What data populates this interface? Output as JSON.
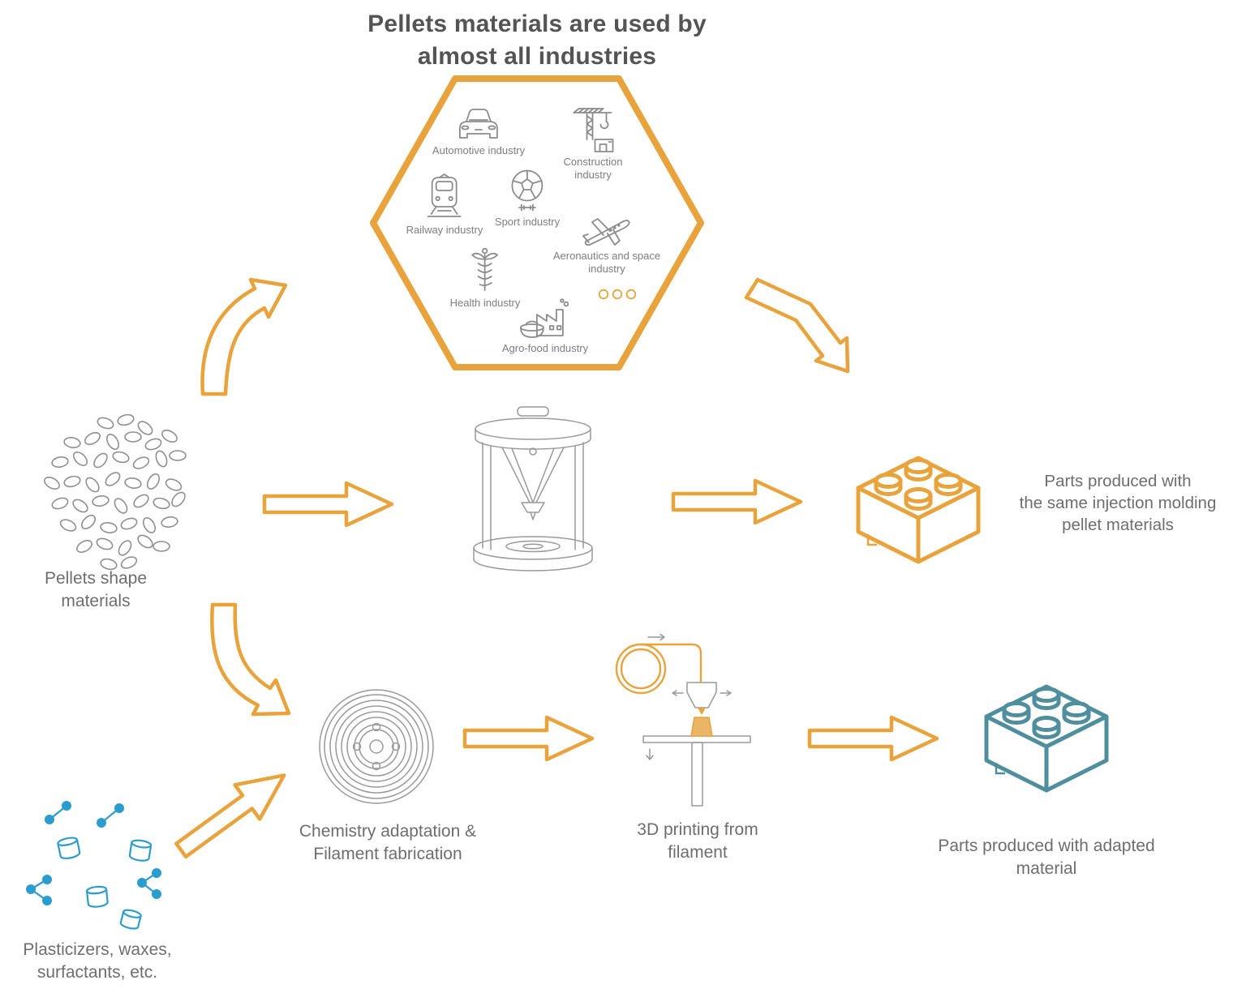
{
  "colors": {
    "accent_orange": "#E8A33D",
    "icon_gray": "#8C8C8C",
    "printer_gray": "#9A9A9A",
    "text_gray": "#6E6E6E",
    "title_gray": "#545454",
    "teal": "#4E8E9D",
    "blue": "#2B9CCE"
  },
  "title": "Pellets materials are used by\nalmost all industries",
  "hexagon": {
    "items": [
      {
        "label": "Automotive industry",
        "icon": "car-icon"
      },
      {
        "label": "Construction\nindustry",
        "icon": "crane-icon"
      },
      {
        "label": "Railway industry",
        "icon": "train-icon"
      },
      {
        "label": "Sport industry",
        "icon": "ball-icon"
      },
      {
        "label": "Aeronautics and space\nindustry",
        "icon": "plane-icon"
      },
      {
        "label": "Health industry",
        "icon": "caduceus-icon"
      },
      {
        "label": "Agro-food industry",
        "icon": "factory-icon"
      }
    ],
    "more_indicator": "ellipsis-dots-icon"
  },
  "flow": {
    "pellets": {
      "label": "Pellets shape\nmaterials",
      "icon": "pellets-cluster-icon"
    },
    "injection_printer": {
      "icon": "delta-3d-printer-icon"
    },
    "injection_parts": {
      "label": "Parts produced with\nthe same injection molding\npellet materials",
      "icon": "brick-icon-orange"
    },
    "chemistry": {
      "label": "Chemistry adaptation &\nFilament fabrication",
      "icon": "filament-spool-icon"
    },
    "printing": {
      "label": "3D printing from\nfilament",
      "icon": "fdm-printing-icon"
    },
    "adapted_parts": {
      "label": "Parts produced with adapted\nmaterial",
      "icon": "brick-icon-teal"
    },
    "additives": {
      "label": "Plasticizers, waxes,\nsurfactants, etc.",
      "icon": "molecules-icon"
    }
  }
}
